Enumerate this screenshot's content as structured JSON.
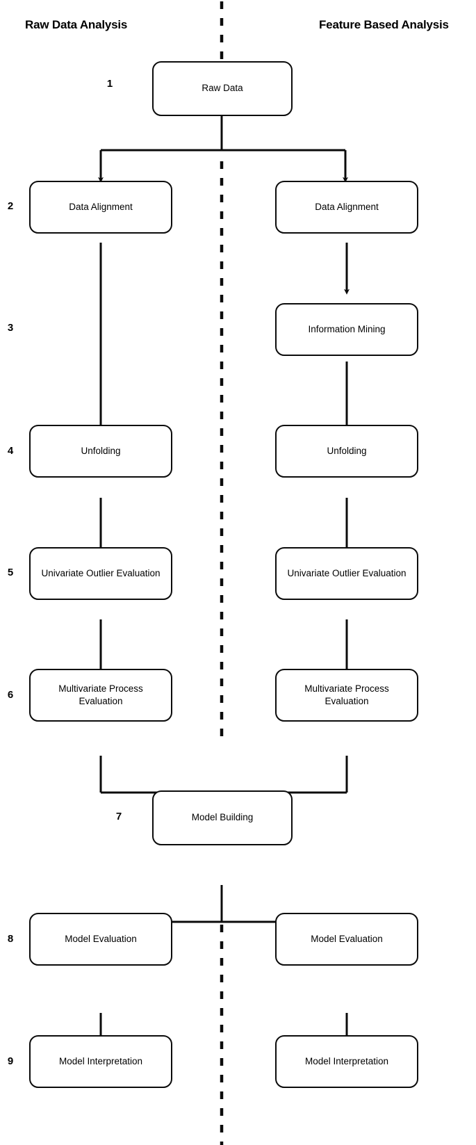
{
  "diagram": {
    "title_left": "Raw Data Analysis",
    "title_right": "Feature Based Analysis",
    "step_numbers": [
      "1",
      "2",
      "3",
      "4",
      "5",
      "6",
      "7",
      "8",
      "9"
    ],
    "nodes": {
      "raw_data": "Raw Data",
      "left_data_alignment": "Data Alignment",
      "right_data_alignment": "Data Alignment",
      "right_information_mining": "Information Mining",
      "left_unfolding": "Unfolding",
      "right_unfolding": "Unfolding",
      "left_univariate_outlier_evaluation": "Univariate Outlier Evaluation",
      "right_univariate_outlier_evaluation": "Univariate Outlier Evaluation",
      "left_multivariate_process_evaluation_line1": "Multivariate Process",
      "left_multivariate_process_evaluation_line2": "Evaluation",
      "right_multivariate_process_evaluation_line1": "Multivariate Process",
      "right_multivariate_process_evaluation_line2": "Evaluation",
      "model_building": "Model Building",
      "left_model_evaluation": "Model Evaluation",
      "right_model_evaluation": "Model Evaluation",
      "left_model_interpretation": "Model Interpretation",
      "right_model_interpretation": "Model Interpretation"
    },
    "colors": {
      "stroke": "#0b0b0b",
      "fill": "#ffffff",
      "text": "#000000"
    }
  }
}
